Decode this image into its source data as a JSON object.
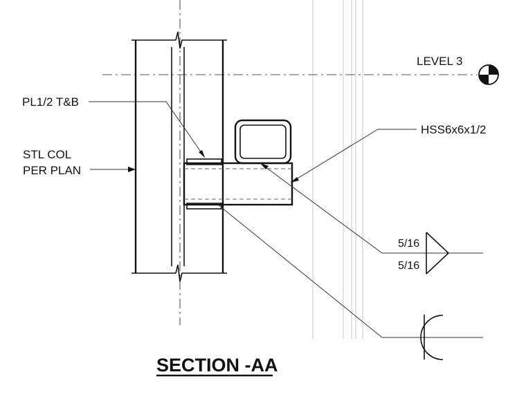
{
  "drawing": {
    "title": "SECTION -AA",
    "level_label": "LEVEL 3",
    "callouts": {
      "plate": "PL1/2 T&B",
      "column_line1": "STL COL",
      "column_line2": "PER PLAN",
      "hss": "HSS6x6x1/2"
    },
    "weld": {
      "top_size": "5/16",
      "bottom_size": "5/16"
    }
  }
}
